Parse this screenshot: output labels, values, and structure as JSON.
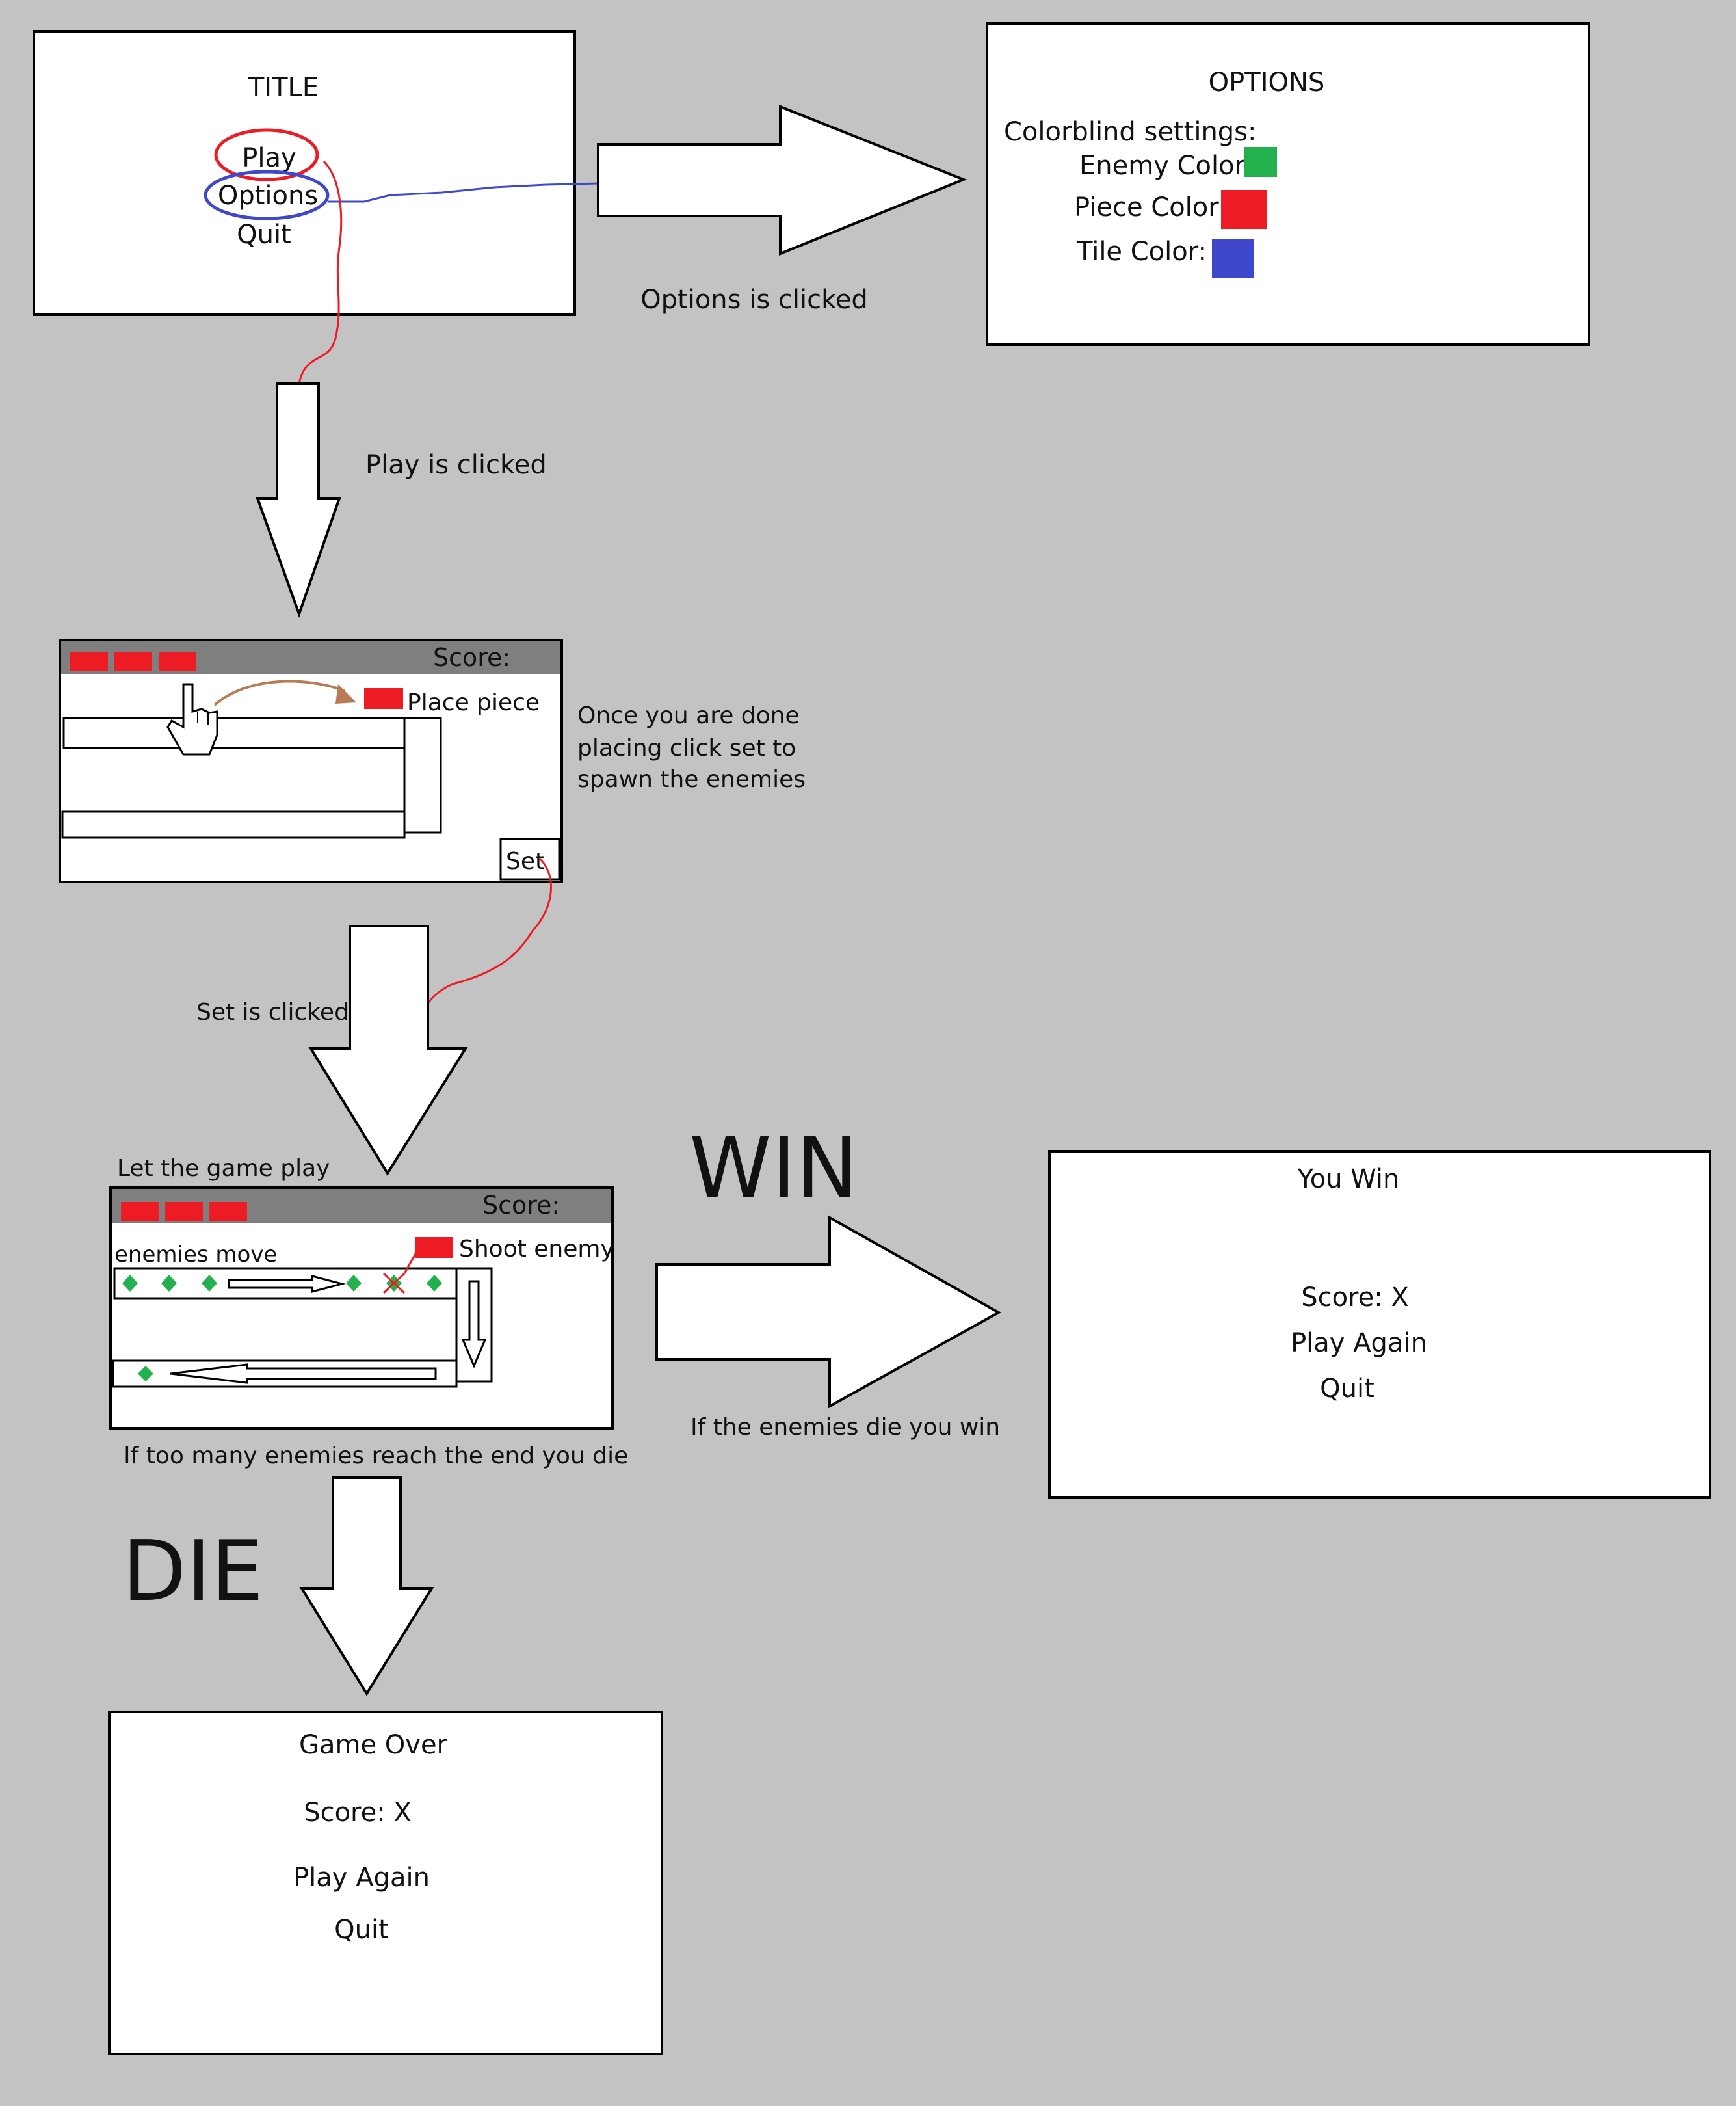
{
  "title_screen": {
    "title": "TITLE",
    "play": "Play",
    "options": "Options",
    "quit": "Quit"
  },
  "options_screen": {
    "heading": "OPTIONS",
    "colorblind_label": "Colorblind settings:",
    "enemy_label": "Enemy Color:",
    "piece_label": "Piece Color:",
    "tile_label": "Tile Color:",
    "enemy_color": "#22b14c",
    "piece_color": "#ed1c24",
    "tile_color": "#3f48cc"
  },
  "transitions": {
    "options_clicked": "Options is clicked",
    "play_clicked": "Play is clicked",
    "set_clicked": "Set is clicked",
    "win_caption": "If the enemies die you win",
    "die_caption": "If too many enemies reach the end you die"
  },
  "setup_screen": {
    "score_label": "Score:",
    "place_piece": "Place piece",
    "set_button": "Set",
    "note": [
      "Once you are done",
      "placing click set to",
      "spawn the enemies"
    ]
  },
  "game_screen": {
    "caption": "Let the game play",
    "score_label": "Score:",
    "enemies_move": "enemies move",
    "shoot_enemy": "Shoot enemy"
  },
  "big_labels": {
    "win": "WIN",
    "die": "DIE"
  },
  "win_screen": {
    "heading": "You Win",
    "score": "Score: X",
    "play_again": "Play Again",
    "quit": "Quit"
  },
  "game_over_screen": {
    "heading": "Game Over",
    "score": "Score: X",
    "play_again": "Play Again",
    "quit": "Quit"
  }
}
